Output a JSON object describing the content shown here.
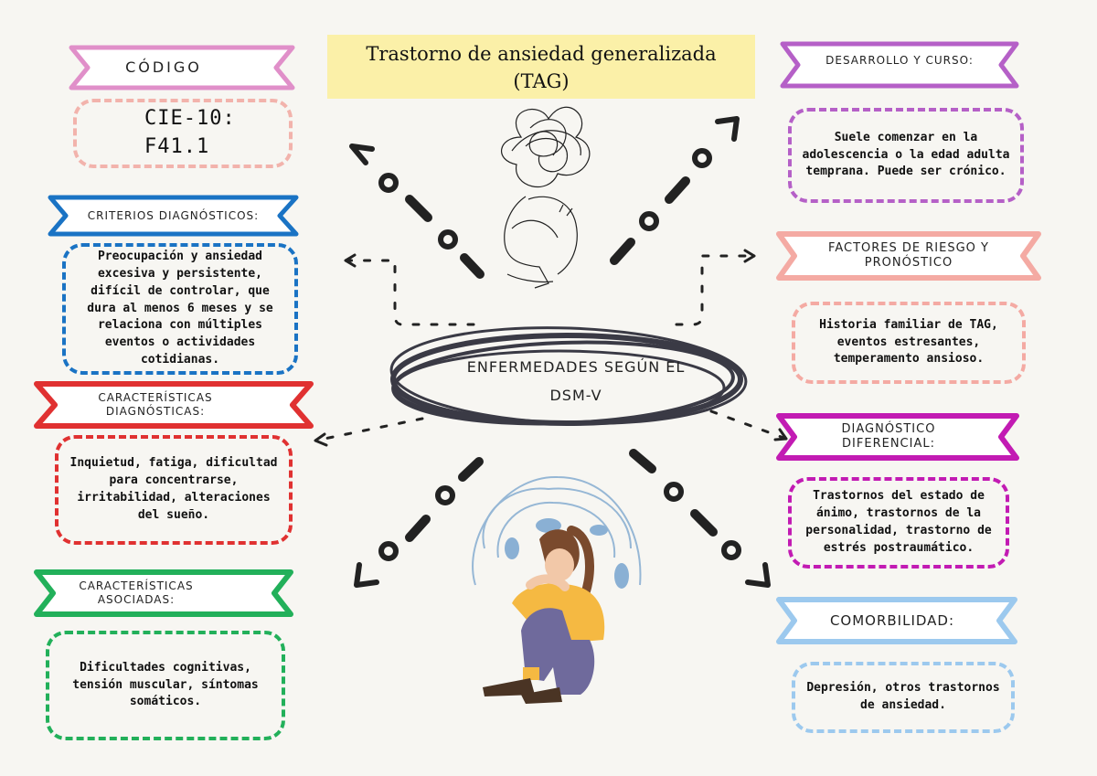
{
  "title": {
    "line1": "Trastorno de ansiedad generalizada",
    "line2": "(TAG)"
  },
  "center": {
    "line1": "ENFERMEDADES SEGÚN EL",
    "line2": "DSM-V"
  },
  "sections": {
    "codigo": {
      "heading": "CÓDIGO",
      "line1": "CIE-10:",
      "line2": "F41.1",
      "color": "#e08fc9",
      "box_color": "#f2b3ac"
    },
    "criterios": {
      "heading": "CRITERIOS DIAGNÓSTICOS:",
      "text": "Preocupación y ansiedad excesiva y persistente, difícil de controlar, que dura al menos 6 meses y se relaciona con múltiples eventos o actividades cotidianas.",
      "color": "#1a73c4"
    },
    "caracteristicas_diag": {
      "heading_line1": "CARACTERÍSTICAS",
      "heading_line2": "DIAGNÓSTICAS:",
      "text": "Inquietud, fatiga, dificultad para concentrarse, irritabilidad, alteraciones del sueño.",
      "color": "#e03131"
    },
    "caracteristicas_asoc": {
      "heading_line1": "CARACTERÍSTICAS",
      "heading_line2": "ASOCIADAS:",
      "text": "Dificultades cognitivas, tensión muscular, síntomas somáticos.",
      "color": "#22b05a"
    },
    "desarrollo": {
      "heading": "DESARROLLO Y CURSO:",
      "text": "Suele comenzar en la adolescencia o la edad adulta temprana. Puede ser crónico.",
      "color": "#b560c7"
    },
    "factores": {
      "heading_line1": "FACTORES DE RIESGO Y",
      "heading_line2": "PRONÓSTICO",
      "text": "Historia familiar de TAG, eventos estresantes, temperamento ansioso.",
      "color": "#f4aaa3"
    },
    "diferencial": {
      "heading_line1": "DIAGNÓSTICO",
      "heading_line2": "DIFERENCIAL:",
      "text": "Trastornos del estado de ánimo, trastornos de la personalidad, trastorno de estrés postraumático.",
      "color": "#c21bb3"
    },
    "comorbilidad": {
      "heading": "COMORBILIDAD:",
      "text": "Depresión, otros trastornos de ansiedad.",
      "color": "#9cc9ee"
    }
  },
  "illustrations": {
    "top": "anxious-sitting-person-scribble-head",
    "bottom": "anxious-girl-hugging-knees"
  }
}
